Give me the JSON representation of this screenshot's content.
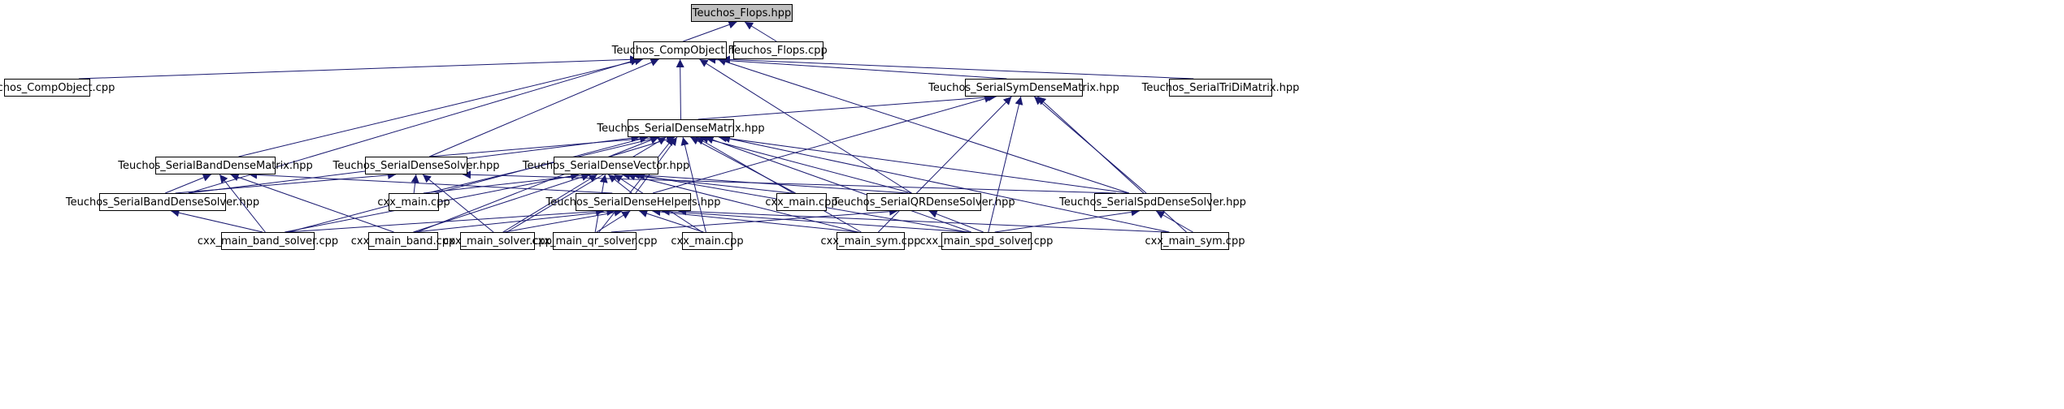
{
  "diagram": {
    "title": "",
    "nodes": {
      "flops_hpp": "Teuchos_Flops.hpp",
      "compobject_hpp": "Teuchos_CompObject.hpp",
      "flops_cpp": "Teuchos_Flops.cpp",
      "compobject_cpp": "Teuchos_CompObject.cpp",
      "symdensematrix_hpp": "Teuchos_SerialSymDenseMatrix.hpp",
      "tridimatrix_hpp": "Teuchos_SerialTriDiMatrix.hpp",
      "densematrix_hpp": "Teuchos_SerialDenseMatrix.hpp",
      "banddensematrix_hpp": "Teuchos_SerialBandDenseMatrix.hpp",
      "densesolver_hpp": "Teuchos_SerialDenseSolver.hpp",
      "densevector_hpp": "Teuchos_SerialDenseVector.hpp",
      "cxx_main_cpp_a": "cxx_main.cpp",
      "cxx_main_cpp_b": "cxx_main.cpp",
      "banddensesolver_hpp": "Teuchos_SerialBandDenseSolver.hpp",
      "densehelpers_hpp": "Teuchos_SerialDenseHelpers.hpp",
      "qrdensesolver_hpp": "Teuchos_SerialQRDenseSolver.hpp",
      "spddensesolver_hpp": "Teuchos_SerialSpdDenseSolver.hpp",
      "cxx_main_band_solver": "cxx_main_band_solver.cpp",
      "cxx_main_band": "cxx_main_band.cpp",
      "cxx_main_solver": "cxx_main_solver.cpp",
      "cxx_main_qr_solver": "cxx_main_qr_solver.cpp",
      "cxx_main_cpp_c": "cxx_main.cpp",
      "cxx_main_sym_a": "cxx_main_sym.cpp",
      "cxx_main_spd_solver": "cxx_main_spd_solver.cpp",
      "cxx_main_sym_b": "cxx_main_sym.cpp"
    },
    "edges": [
      [
        "compobject_hpp",
        "flops_hpp"
      ],
      [
        "flops_cpp",
        "flops_hpp"
      ],
      [
        "compobject_cpp",
        "compobject_hpp"
      ],
      [
        "symdensematrix_hpp",
        "compobject_hpp"
      ],
      [
        "tridimatrix_hpp",
        "compobject_hpp"
      ],
      [
        "densematrix_hpp",
        "compobject_hpp"
      ],
      [
        "banddensematrix_hpp",
        "compobject_hpp"
      ],
      [
        "banddensesolver_hpp",
        "compobject_hpp"
      ],
      [
        "densesolver_hpp",
        "compobject_hpp"
      ],
      [
        "qrdensesolver_hpp",
        "compobject_hpp"
      ],
      [
        "spddensesolver_hpp",
        "compobject_hpp"
      ],
      [
        "densematrix_hpp",
        "symdensematrix_hpp"
      ],
      [
        "densehelpers_hpp",
        "symdensematrix_hpp"
      ],
      [
        "spddensesolver_hpp",
        "symdensematrix_hpp"
      ],
      [
        "cxx_main_sym_a",
        "symdensematrix_hpp"
      ],
      [
        "cxx_main_spd_solver",
        "symdensematrix_hpp"
      ],
      [
        "cxx_main_sym_b",
        "symdensematrix_hpp"
      ],
      [
        "densevector_hpp",
        "densematrix_hpp"
      ],
      [
        "densesolver_hpp",
        "densematrix_hpp"
      ],
      [
        "banddensesolver_hpp",
        "densematrix_hpp"
      ],
      [
        "cxx_main_cpp_a",
        "densematrix_hpp"
      ],
      [
        "cxx_main_cpp_b",
        "densematrix_hpp"
      ],
      [
        "densehelpers_hpp",
        "densematrix_hpp"
      ],
      [
        "qrdensesolver_hpp",
        "densematrix_hpp"
      ],
      [
        "spddensesolver_hpp",
        "densematrix_hpp"
      ],
      [
        "cxx_main_band_solver",
        "densematrix_hpp"
      ],
      [
        "cxx_main_band",
        "densematrix_hpp"
      ],
      [
        "cxx_main_solver",
        "densematrix_hpp"
      ],
      [
        "cxx_main_qr_solver",
        "densematrix_hpp"
      ],
      [
        "cxx_main_cpp_c",
        "densematrix_hpp"
      ],
      [
        "cxx_main_sym_a",
        "densematrix_hpp"
      ],
      [
        "cxx_main_spd_solver",
        "densematrix_hpp"
      ],
      [
        "cxx_main_sym_b",
        "densematrix_hpp"
      ],
      [
        "banddensesolver_hpp",
        "banddensematrix_hpp"
      ],
      [
        "densehelpers_hpp",
        "banddensematrix_hpp"
      ],
      [
        "cxx_main_band_solver",
        "banddensematrix_hpp"
      ],
      [
        "cxx_main_band",
        "banddensematrix_hpp"
      ],
      [
        "banddensesolver_hpp",
        "densesolver_hpp"
      ],
      [
        "cxx_main_cpp_a",
        "densesolver_hpp"
      ],
      [
        "cxx_main_solver",
        "densesolver_hpp"
      ],
      [
        "spddensesolver_hpp",
        "densesolver_hpp"
      ],
      [
        "densehelpers_hpp",
        "densevector_hpp"
      ],
      [
        "cxx_main_cpp_a",
        "densevector_hpp"
      ],
      [
        "cxx_main_cpp_b",
        "densevector_hpp"
      ],
      [
        "qrdensesolver_hpp",
        "densevector_hpp"
      ],
      [
        "cxx_main_band_solver",
        "densevector_hpp"
      ],
      [
        "cxx_main_band",
        "densevector_hpp"
      ],
      [
        "cxx_main_solver",
        "densevector_hpp"
      ],
      [
        "cxx_main_qr_solver",
        "densevector_hpp"
      ],
      [
        "cxx_main_cpp_c",
        "densevector_hpp"
      ],
      [
        "cxx_main_sym_a",
        "densevector_hpp"
      ],
      [
        "cxx_main_spd_solver",
        "densevector_hpp"
      ],
      [
        "cxx_main_band_solver",
        "banddensesolver_hpp"
      ],
      [
        "cxx_main_band_solver",
        "densehelpers_hpp"
      ],
      [
        "cxx_main_band",
        "densehelpers_hpp"
      ],
      [
        "cxx_main_solver",
        "densehelpers_hpp"
      ],
      [
        "cxx_main_qr_solver",
        "densehelpers_hpp"
      ],
      [
        "cxx_main_cpp_c",
        "densehelpers_hpp"
      ],
      [
        "cxx_main_sym_a",
        "densehelpers_hpp"
      ],
      [
        "cxx_main_spd_solver",
        "densehelpers_hpp"
      ],
      [
        "cxx_main_sym_b",
        "densehelpers_hpp"
      ],
      [
        "cxx_main_qr_solver",
        "qrdensesolver_hpp"
      ],
      [
        "cxx_main_spd_solver",
        "qrdensesolver_hpp"
      ],
      [
        "cxx_main_spd_solver",
        "spddensesolver_hpp"
      ],
      [
        "cxx_main_sym_b",
        "spddensesolver_hpp"
      ]
    ],
    "colors": {
      "edge": "#191970",
      "root_fill": "#bfbfbf",
      "node_fill": "#ffffff",
      "border": "#000000"
    }
  }
}
